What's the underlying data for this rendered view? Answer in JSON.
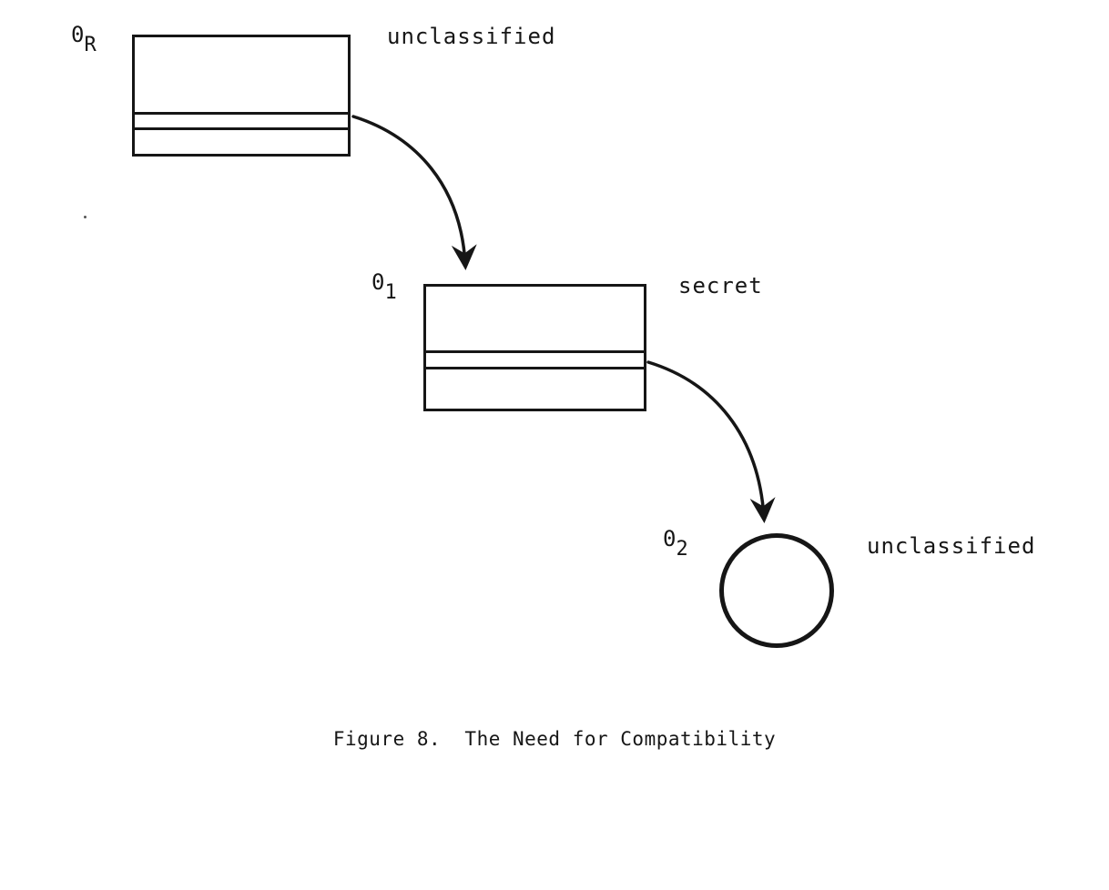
{
  "figure": {
    "caption": "Figure 8.  The Need for Compatibility",
    "nodes": [
      {
        "base": "0",
        "sub": "R",
        "classification": "unclassified",
        "shape": "rectangle"
      },
      {
        "base": "0",
        "sub": "1",
        "classification": "secret",
        "shape": "rectangle"
      },
      {
        "base": "0",
        "sub": "2",
        "classification": "unclassified",
        "shape": "circle"
      }
    ],
    "colors": {
      "ink": "#161616",
      "paper": "#ffffff"
    }
  }
}
